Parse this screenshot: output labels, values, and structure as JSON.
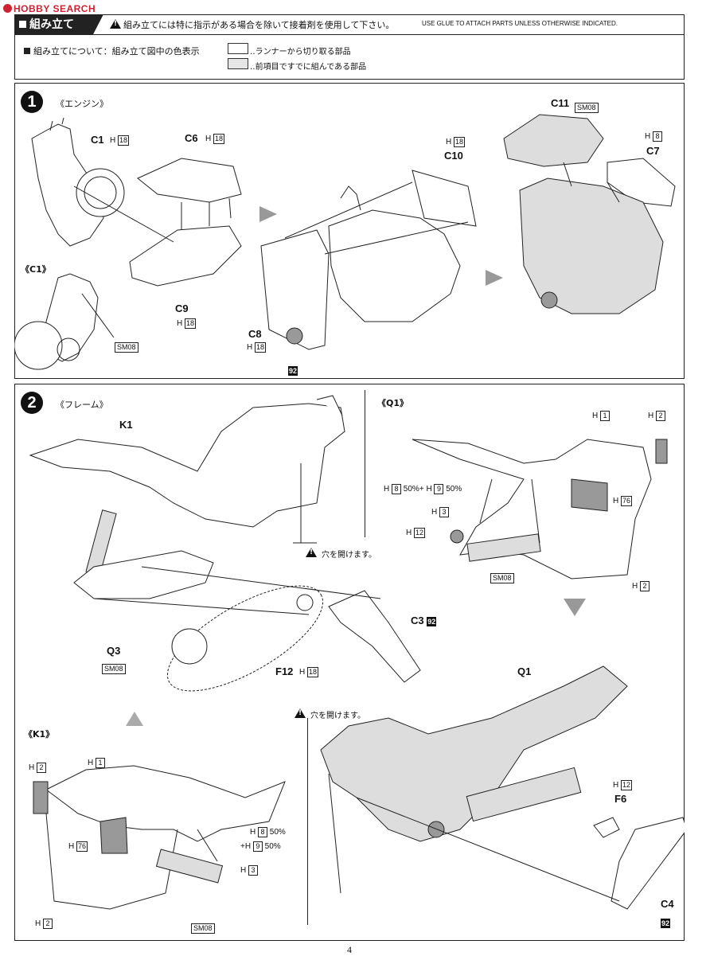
{
  "site_logo": "HOBBY SEARCH",
  "header": {
    "title": "組み立て",
    "note_jp": "組み立てには特に指示がある場合を除いて接着剤を使用して下さい。",
    "note_en": "USE GLUE TO ATTACH PARTS UNLESS OTHERWISE INDICATED."
  },
  "legend": {
    "title": "組み立てについて：組み立て図中の色表示",
    "item1": "‥ランナーから切り取る部品",
    "item2": "‥前項目ですでに組んである部品"
  },
  "step1": {
    "number": "1",
    "title": "《エンジン》",
    "sub_title": "《C1》",
    "parts": {
      "c1": "C1",
      "c1_paint": "H",
      "c1_paint_no": "18",
      "c6": "C6",
      "c6_paint": "H",
      "c6_paint_no": "18",
      "c9": "C9",
      "c9_paint": "H",
      "c9_paint_no": "18",
      "c10": "C10",
      "c10_paint": "H",
      "c10_paint_no": "18",
      "c8": "C8",
      "c8_paint": "H",
      "c8_paint_no": "18",
      "c8_decal": "92",
      "c11": "C11",
      "c11_paint": "SM08",
      "c7": "C7",
      "c7_paint": "H",
      "c7_paint_no": "8",
      "c1_sm": "SM08"
    }
  },
  "step2": {
    "number": "2",
    "title": "《フレーム》",
    "sub_q1": "《Q1》",
    "sub_k1": "《K1》",
    "drill_note": "穴を開けます。",
    "drill_note2": "穴を開けます。",
    "parts": {
      "k1": "K1",
      "q3": "Q3",
      "q3_paint": "SM08",
      "f12": "F12",
      "f12_paint": "H",
      "f12_paint_no": "18",
      "c3": "C3",
      "c3_decal": "92",
      "q1": "Q1",
      "f6": "F6",
      "f6_paint": "H",
      "f6_paint_no": "12",
      "c4": "C4",
      "c4_decal": "92"
    },
    "q1_detail": {
      "h1": "H",
      "h1_no": "1",
      "h2": "H",
      "h2_no": "2",
      "mix_a": "H",
      "mix_a_no": "8",
      "mix_a_pct": "50%",
      "mix_plus": "+",
      "mix_b": "H",
      "mix_b_no": "9",
      "mix_b_pct": "50%",
      "h3": "H",
      "h3_no": "3",
      "h12": "H",
      "h12_no": "12",
      "h76": "H",
      "h76_no": "76",
      "sm08": "SM08",
      "h2b": "H",
      "h2b_no": "2"
    },
    "k1_detail": {
      "h2": "H",
      "h2_no": "2",
      "h1": "H",
      "h1_no": "1",
      "h76": "H",
      "h76_no": "76",
      "mix_a": "H",
      "mix_a_no": "8",
      "mix_a_pct": "50%",
      "mix_plus": "+",
      "mix_b": "H",
      "mix_b_no": "9",
      "mix_b_pct": "50%",
      "h3": "H",
      "h3_no": "3",
      "h2b": "H",
      "h2b_no": "2",
      "sm08": "SM08"
    }
  },
  "page_number": "4"
}
